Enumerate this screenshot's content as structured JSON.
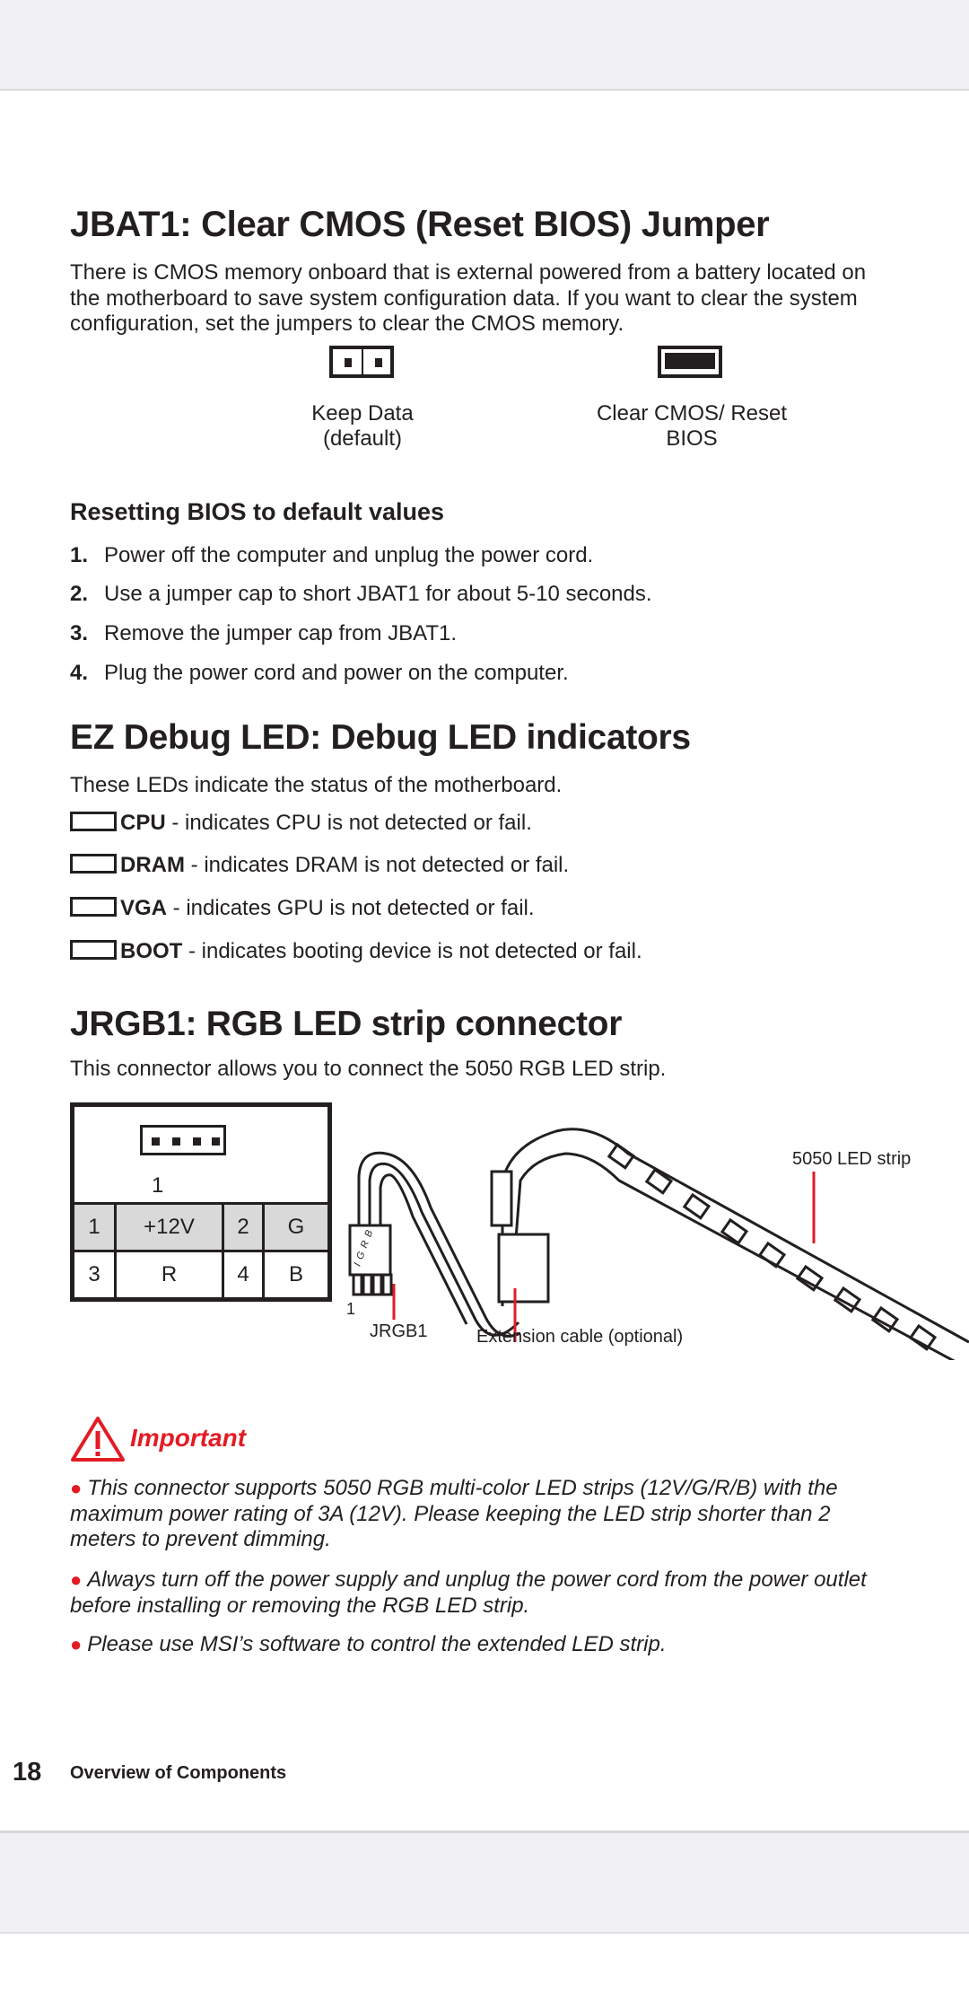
{
  "jbat": {
    "title": "JBAT1: Clear CMOS (Reset BIOS) Jumper",
    "desc": [
      "There is CMOS memory onboard that is external powered from a battery located on",
      "the motherboard to save system configuration data. If you want to clear the system",
      "configuration, set the jumpers to clear the CMOS memory."
    ],
    "keep": [
      "Keep Data",
      "(default)"
    ],
    "clear": [
      "Clear CMOS/ Reset",
      "BIOS"
    ]
  },
  "reset": {
    "title": "Resetting BIOS to default values",
    "steps": [
      {
        "n": "1.",
        "t": "Power off the computer and unplug the power cord."
      },
      {
        "n": "2.",
        "t": "Use a jumper cap to short JBAT1 for about 5-10 seconds."
      },
      {
        "n": "3.",
        "t": "Remove the jumper cap from JBAT1."
      },
      {
        "n": "4.",
        "t": "Plug the power cord and power on the computer."
      }
    ]
  },
  "ez": {
    "title": "EZ Debug LED: Debug LED indicators",
    "desc": "These LEDs indicate the status of the motherboard.",
    "items": [
      {
        "k": "CPU",
        "t": " - indicates CPU is not detected or fail."
      },
      {
        "k": "DRAM",
        "t": " - indicates DRAM is not detected or fail."
      },
      {
        "k": "VGA",
        "t": " - indicates GPU is not detected or fail."
      },
      {
        "k": "BOOT",
        "t": " - indicates booting device is not detected or fail."
      }
    ]
  },
  "jrgb": {
    "title": "JRGB1: RGB LED strip connector",
    "desc": "This connector allows you to connect the  5050 RGB LED strip.",
    "pin1": "1",
    "table": [
      [
        "1",
        "+12V",
        "2",
        "G"
      ],
      [
        "3",
        "R",
        "4",
        "B"
      ]
    ],
    "labels": {
      "strip": "5050 LED strip",
      "jrgb": "JRGB1",
      "ext": "Extension cable (optional)",
      "one": "1",
      "pins": "I G R B"
    }
  },
  "important": {
    "title": "Important",
    "bullets": [
      [
        "This connector supports 5050 RGB multi-color LED strips (12V/G/R/B) with the",
        "maximum power rating of 3A (12V). Please keeping the LED strip shorter than 2",
        "meters to prevent dimming."
      ],
      [
        "Always turn off the power supply and unplug the power cord from the power outlet",
        "before installing or removing the RGB LED strip."
      ],
      [
        "Please use MSI’s software to control the extended LED strip."
      ]
    ]
  },
  "footer": {
    "page": "18",
    "section": "Overview of Components"
  },
  "colors": {
    "accent": "#e31b23"
  }
}
